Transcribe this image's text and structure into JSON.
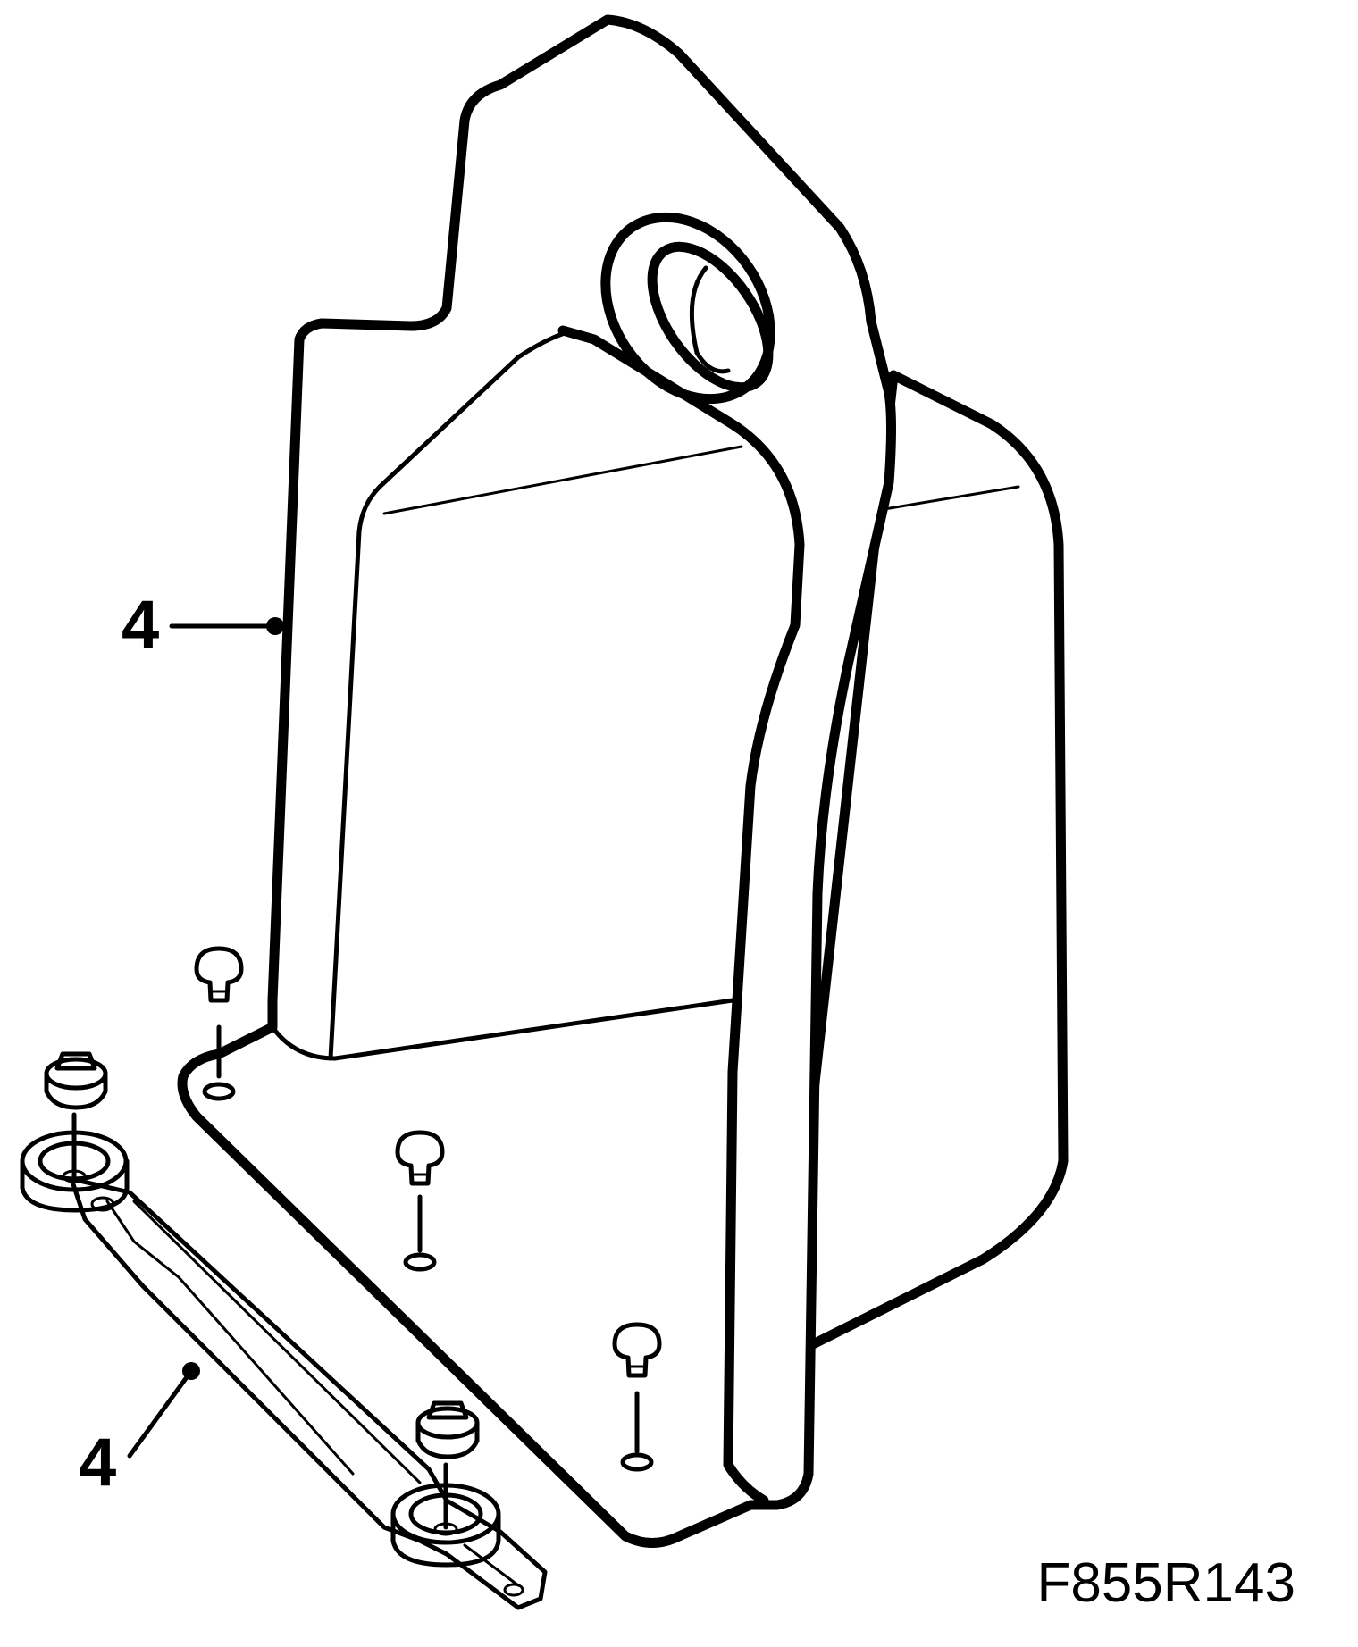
{
  "labels": {
    "callout_upper": "4",
    "callout_lower": "4",
    "figure_code": "F855R143"
  }
}
